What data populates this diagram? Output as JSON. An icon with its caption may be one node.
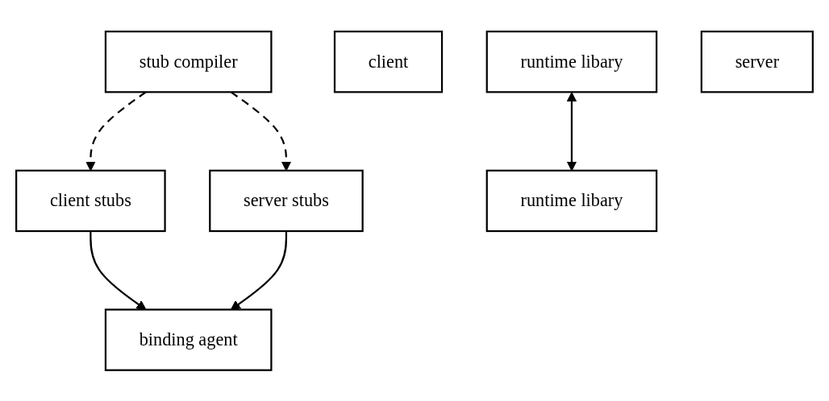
{
  "diagram": {
    "nodes": [
      {
        "text": [
          "stub compiler"
        ]
      },
      {
        "text": [
          "client"
        ]
      },
      {
        "text": [
          "client stubs"
        ]
      },
      {
        "text": [
          "runtime libary"
        ]
      },
      {
        "text": [
          "runtime libary"
        ]
      },
      {
        "text": [
          "server stubs"
        ]
      },
      {
        "text": [
          "server"
        ]
      },
      {
        "text": [
          "binding agent"
        ]
      }
    ],
    "edges": [
      {
        "from": 0,
        "to": 2,
        "arrow": "to",
        "style": "dashed"
      },
      {
        "from": 0,
        "to": 5,
        "arrow": "to",
        "style": "dashed"
      },
      {
        "from": 3,
        "to": 4,
        "arrow": "both"
      },
      {
        "from": 2,
        "to": 7,
        "arrow": "to"
      },
      {
        "from": 5,
        "to": 7,
        "arrow": "to"
      }
    ]
  }
}
